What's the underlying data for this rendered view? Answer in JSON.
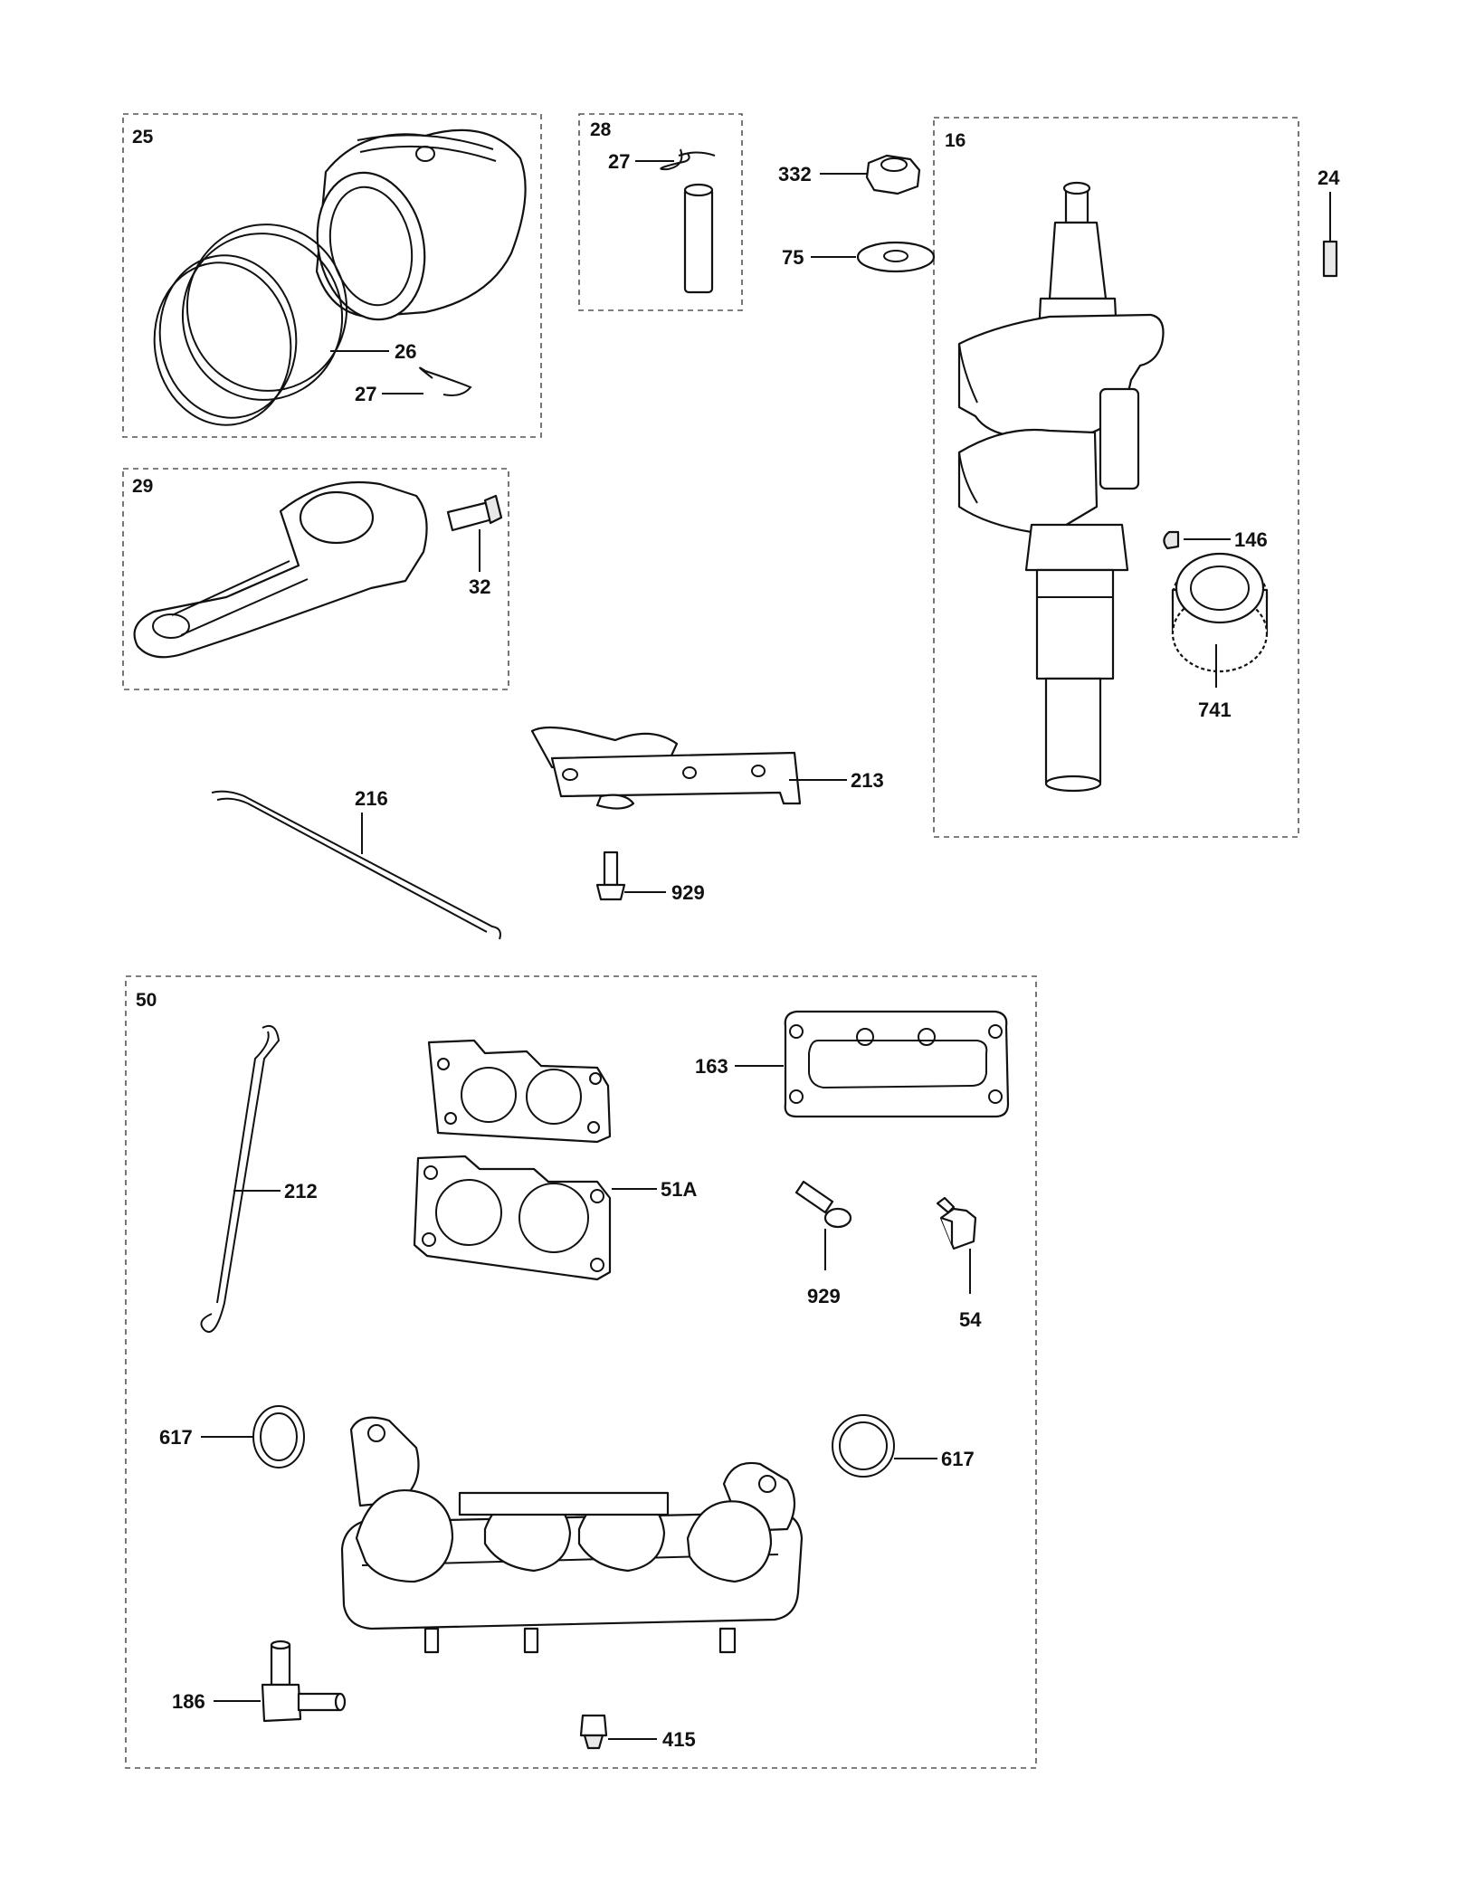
{
  "groups": {
    "g25": "25",
    "g28": "28",
    "g16": "16",
    "g29": "29",
    "g50": "50"
  },
  "labels": {
    "p26": "26",
    "p27a": "27",
    "p27b": "27",
    "p332": "332",
    "p75": "75",
    "p24": "24",
    "p32": "32",
    "p146": "146",
    "p741": "741",
    "p213": "213",
    "p216": "216",
    "p929a": "929",
    "p163": "163",
    "p212": "212",
    "p51a": "51A",
    "p929b": "929",
    "p54": "54",
    "p617a": "617",
    "p617b": "617",
    "p186": "186",
    "p415": "415"
  }
}
